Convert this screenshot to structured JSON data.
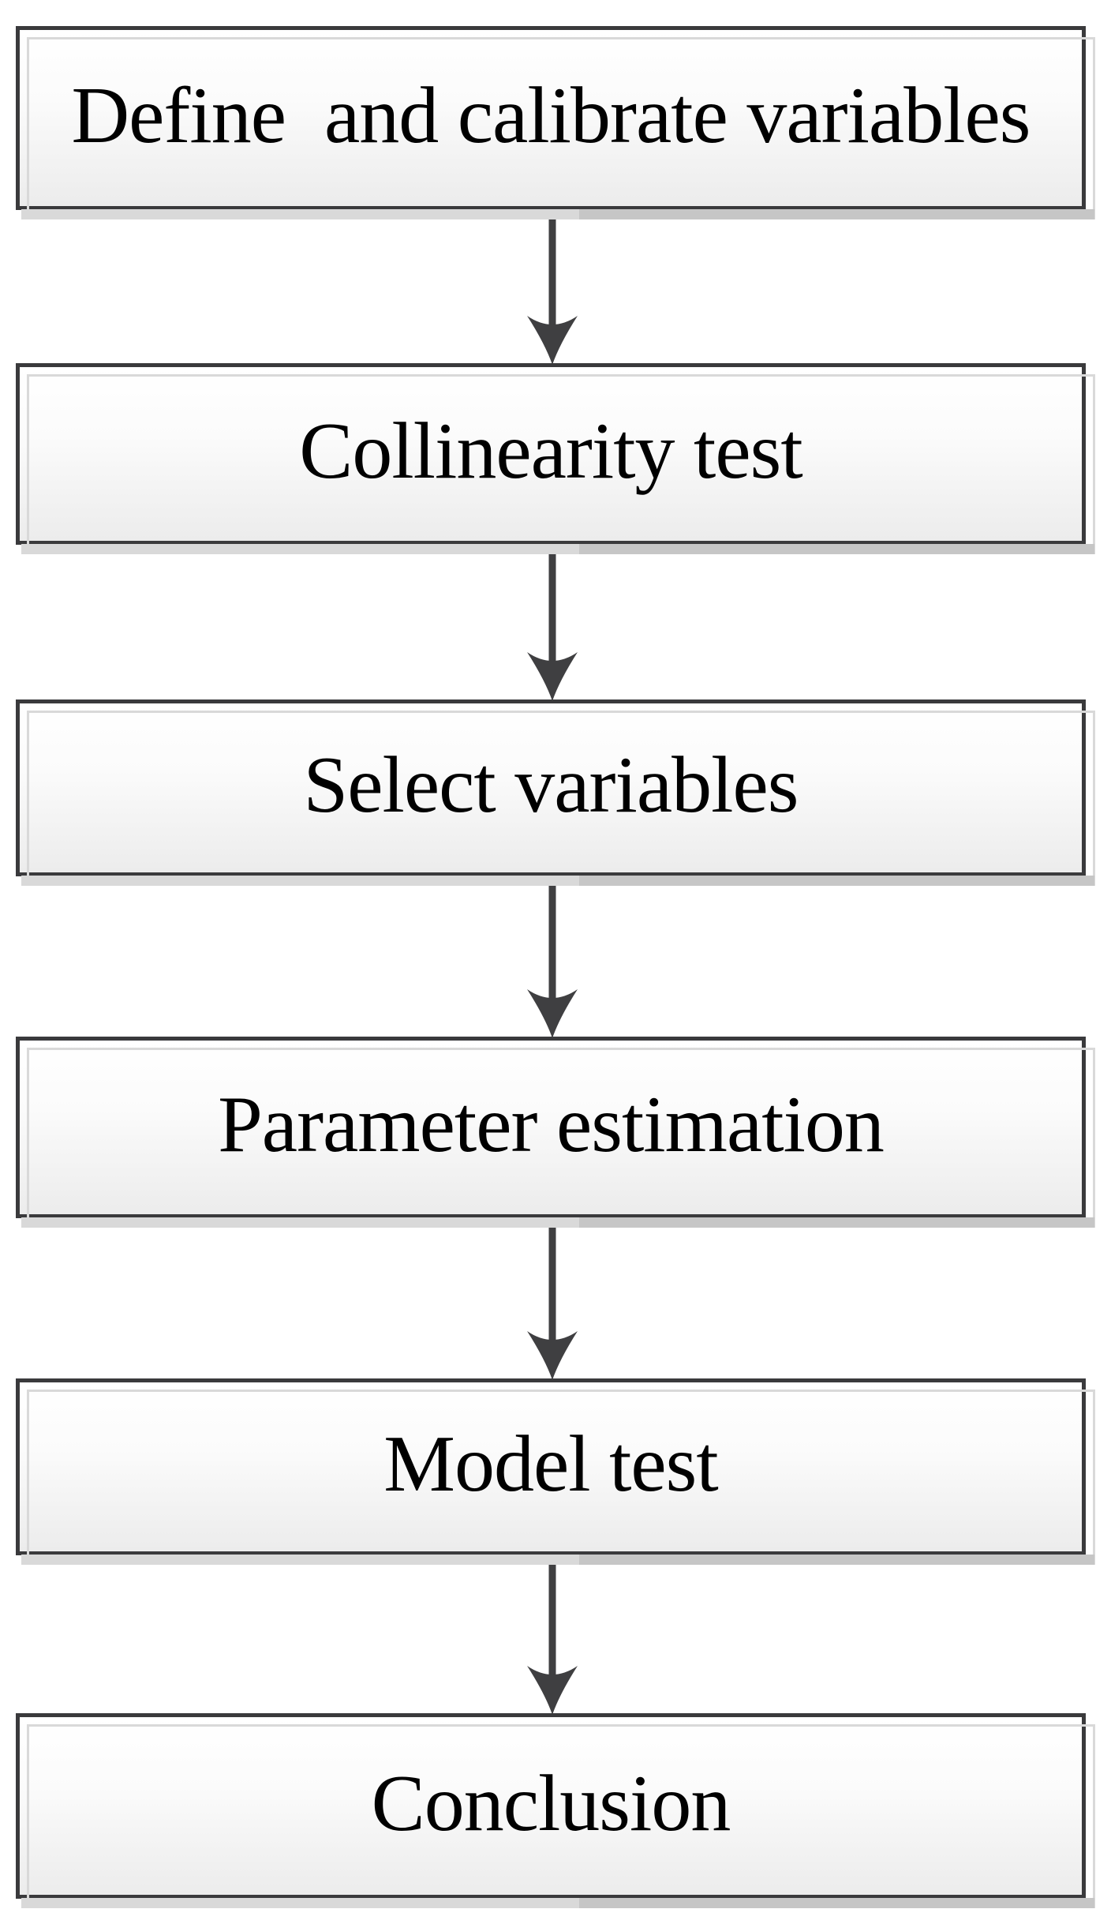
{
  "diagram": {
    "type": "flowchart",
    "direction": "top-down",
    "steps": [
      {
        "id": "define-calibrate",
        "label": "Define  and calibrate variables"
      },
      {
        "id": "collinearity-test",
        "label": "Collinearity test"
      },
      {
        "id": "select-variables",
        "label": "Select variables"
      },
      {
        "id": "parameter-estimation",
        "label": "Parameter estimation"
      },
      {
        "id": "model-test",
        "label": "Model test"
      },
      {
        "id": "conclusion",
        "label": "Conclusion"
      }
    ],
    "connections": [
      {
        "from": "define-calibrate",
        "to": "collinearity-test"
      },
      {
        "from": "collinearity-test",
        "to": "select-variables"
      },
      {
        "from": "select-variables",
        "to": "parameter-estimation"
      },
      {
        "from": "parameter-estimation",
        "to": "model-test"
      },
      {
        "from": "model-test",
        "to": "conclusion"
      }
    ],
    "colors": {
      "box_border": "#3a3a3c",
      "box_fill_top": "#ffffff",
      "box_fill_bottom": "#ececec",
      "shadow_light": "#d9d9d9",
      "shadow_dark": "#c6c6c6",
      "arrow": "#3f3f41",
      "text": "#000000"
    }
  }
}
